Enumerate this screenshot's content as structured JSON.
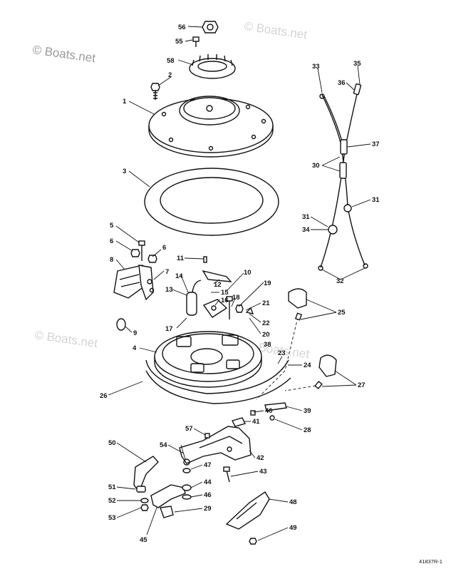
{
  "watermarks": [
    "© Boats.net",
    "© Boats.net",
    "© Boats.net",
    "© Boats.net"
  ],
  "figure_number": "41837R-1",
  "callouts": [
    "1",
    "2",
    "3",
    "4",
    "5",
    "6",
    "6",
    "7",
    "8",
    "9",
    "10",
    "11",
    "12",
    "13",
    "14",
    "15",
    "16",
    "17",
    "18",
    "19",
    "20",
    "21",
    "22",
    "23",
    "24",
    "25",
    "26",
    "27",
    "28",
    "29",
    "30",
    "31",
    "31",
    "32",
    "33",
    "34",
    "35",
    "36",
    "37",
    "38",
    "39",
    "40",
    "41",
    "42",
    "43",
    "44",
    "45",
    "46",
    "47",
    "48",
    "49",
    "50",
    "51",
    "52",
    "53",
    "54",
    "55",
    "56",
    "57",
    "58"
  ]
}
